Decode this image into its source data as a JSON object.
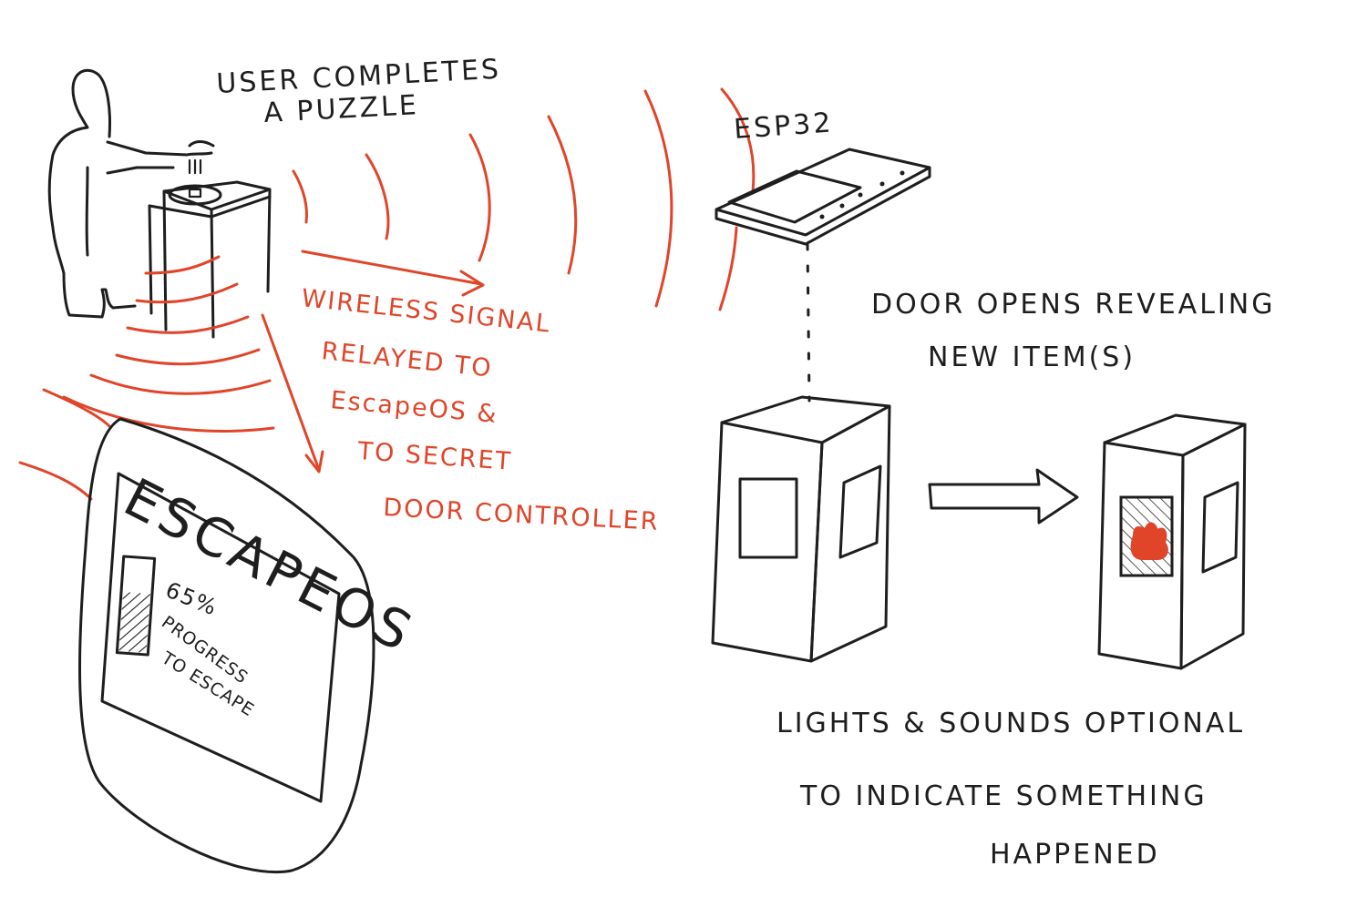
{
  "colors": {
    "ink": "#1e1e1e",
    "accent_red": "#e0452a",
    "paper": "#ffffff"
  },
  "labels": {
    "user_line1": "USER COMPLETES",
    "user_line2": "A PUZZLE",
    "esp32": "ESP32",
    "signal_lines": [
      "WIRELESS SIGNAL",
      "RELAYED TO",
      "EscapeOS &",
      "TO SECRET",
      "DOOR CONTROLLER"
    ],
    "door_line1": "DOOR OPENS REVEALING",
    "door_line2": "NEW ITEM(S)",
    "lights_line1": "LIGHTS & SOUNDS OPTIONAL",
    "lights_line2": "TO INDICATE SOMETHING",
    "lights_line3": "HAPPENED"
  },
  "tablet": {
    "brand": "ESCAPEOS",
    "percent": "65%",
    "progress_line1": "PROGRESS",
    "progress_line2": "TO ESCAPE",
    "progress_fraction": 0.65
  },
  "icons": {
    "person": "person-icon",
    "puzzle_table": "puzzle-table-icon",
    "tablet": "tablet-icon",
    "esp32_board": "esp32-board-icon",
    "cabinet_closed": "cabinet-closed-icon",
    "cabinet_open": "cabinet-open-icon",
    "arrow": "right-arrow-icon"
  }
}
